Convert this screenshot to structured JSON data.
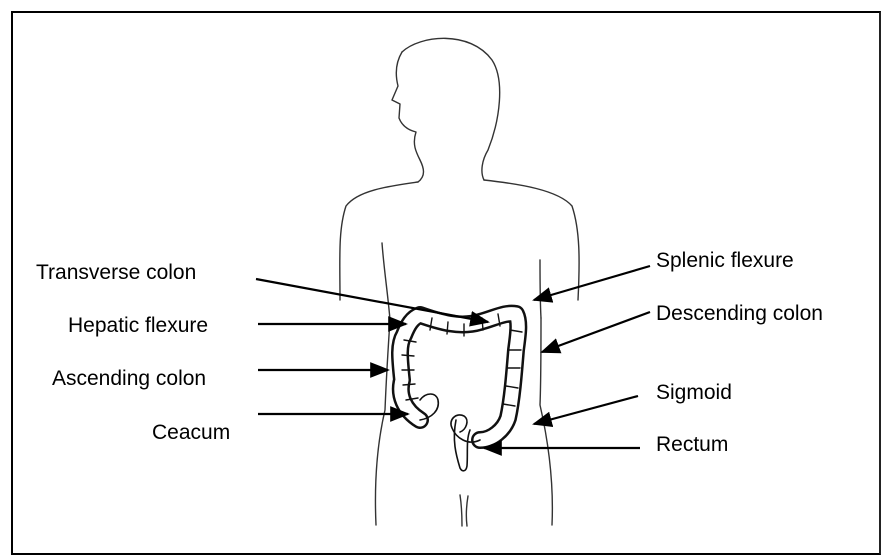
{
  "diagram": {
    "labels": {
      "transverse_colon": "Transverse colon",
      "hepatic_flexure": "Hepatic flexure",
      "ascending_colon": "Ascending colon",
      "ceacum": "Ceacum",
      "splenic_flexure": "Splenic flexure",
      "descending_colon": "Descending colon",
      "sigmoid": "Sigmoid",
      "rectum": "Rectum"
    }
  }
}
